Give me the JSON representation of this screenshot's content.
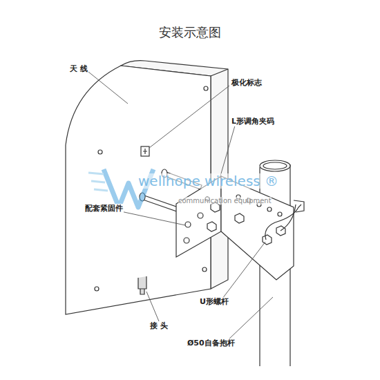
{
  "diagram": {
    "title": "安装示意图",
    "labels": [
      "天 线",
      "极化标志",
      "L形调角夹码",
      "配套紧固件",
      "U形螺杆",
      "接 头",
      "Ø50自备抱杆",
      "wellhope wireless ®",
      "communication equipment"
    ]
  }
}
